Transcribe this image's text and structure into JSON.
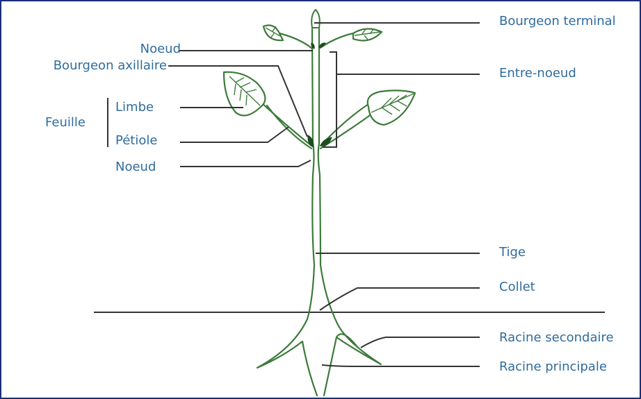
{
  "labels": {
    "bourgeon_terminal": "Bourgeon terminal",
    "noeud_top": "Noeud",
    "bourgeon_axillaire": "Bourgeon axillaire",
    "entre_noeud": "Entre-noeud",
    "feuille": "Feuille",
    "limbe": "Limbe",
    "petiole": "Pétiole",
    "noeud_bottom": "Noeud",
    "tige": "Tige",
    "collet": "Collet",
    "racine_secondaire": "Racine secondaire",
    "racine_principale": "Racine principale"
  },
  "colors": {
    "frame_border": "#1a2e7a",
    "label_text": "#2f6c9e",
    "leader_line": "#333333",
    "plant_outline": "#3c7a3a",
    "leaf_fill": "#ffffff",
    "bud_fill": "#1f4d1f"
  }
}
